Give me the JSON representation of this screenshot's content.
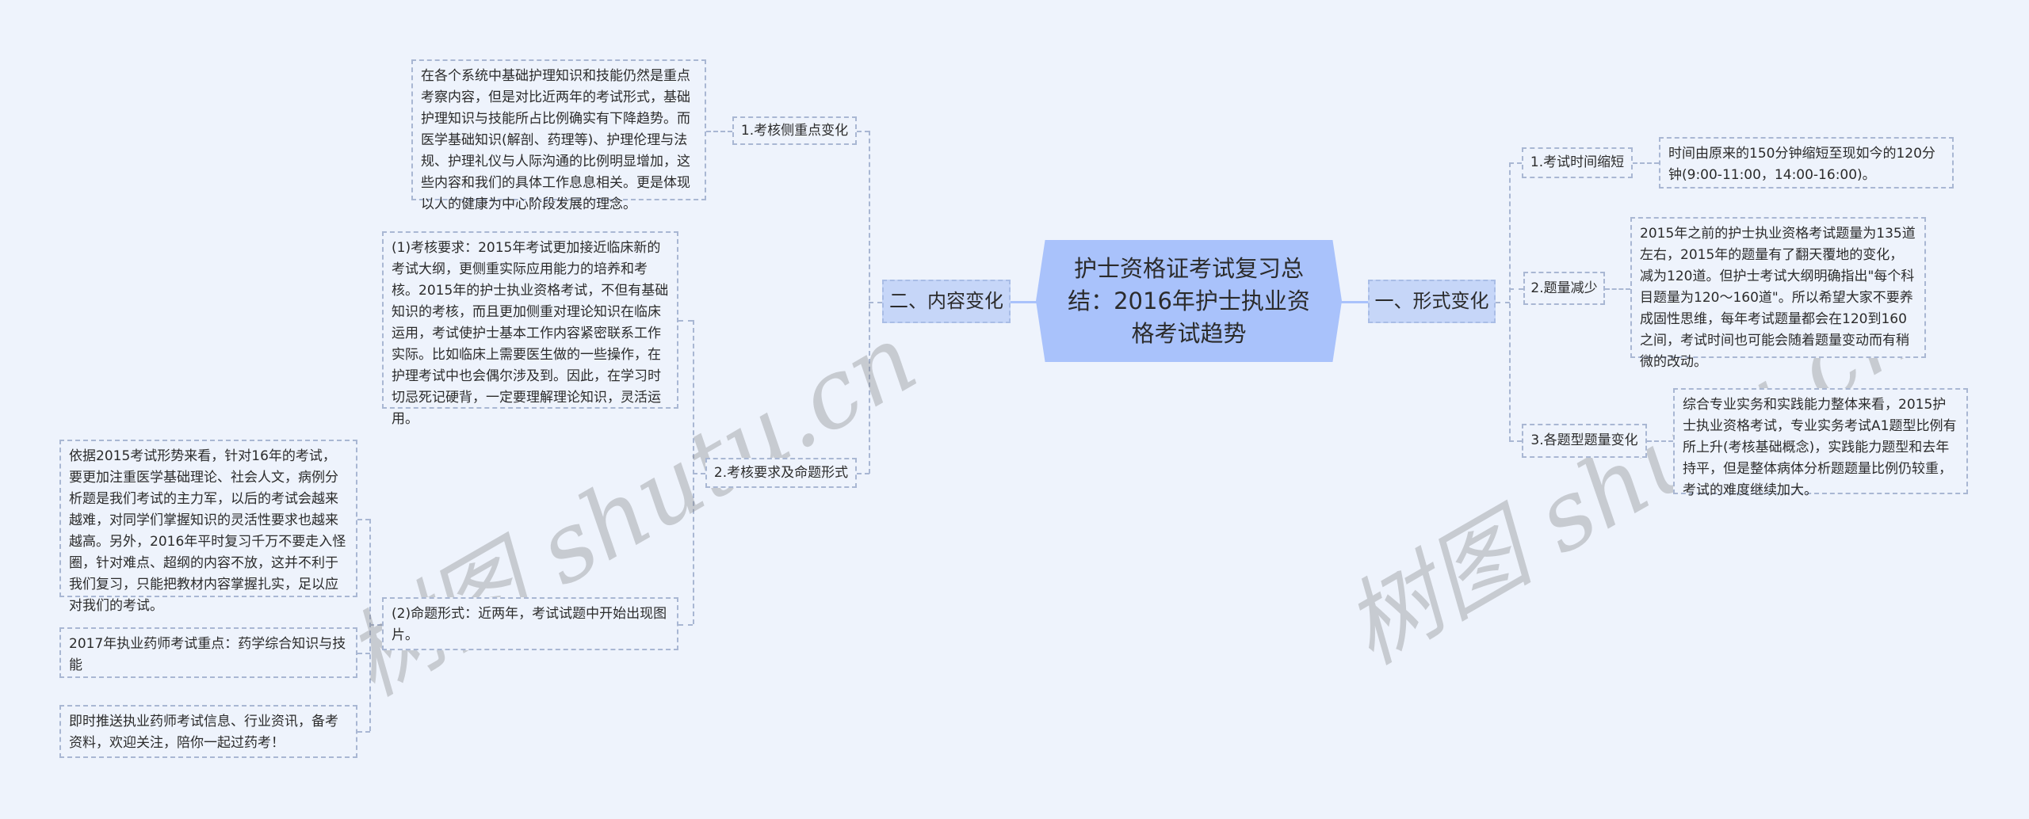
{
  "center": {
    "title": "护士资格证考试复习总结：2016年护士执业资格考试趋势"
  },
  "right_branch": {
    "label": "一、形式变化",
    "children": [
      {
        "label": "1.考试时间缩短",
        "detail": "时间由原来的150分钟缩短至现如今的120分钟(9:00-11:00，14:00-16:00)。"
      },
      {
        "label": "2.题量减少",
        "detail": "2015年之前的护士执业资格考试题量为135道左右，2015年的题量有了翻天覆地的变化，减为120道。但护士考试大纲明确指出\"每个科目题量为120～160道\"。所以希望大家不要养成固性思维，每年考试题量都会在120到160之间，考试时间也可能会随着题量变动而有稍微的改动。"
      },
      {
        "label": "3.各题型题量变化",
        "detail": "综合专业实务和实践能力整体来看，2015护士执业资格考试，专业实务考试A1题型比例有所上升(考核基础概念)，实践能力题型和去年持平，但是整体病体分析题题量比例仍较重，考试的难度继续加大。"
      }
    ]
  },
  "left_branch": {
    "label": "二、内容变化",
    "children": [
      {
        "label": "1.考核侧重点变化",
        "detail": "在各个系统中基础护理知识和技能仍然是重点考察内容，但是对比近两年的考试形式，基础护理知识与技能所占比例确实有下降趋势。而医学基础知识(解剖、药理等)、护理伦理与法规、护理礼仪与人际沟通的比例明显增加，这些内容和我们的具体工作息息相关。更是体现以人的健康为中心阶段发展的理念。"
      },
      {
        "label": "2.考核要求及命题形式",
        "children": [
          {
            "detail": "(1)考核要求：2015年考试更加接近临床新的考试大纲，更侧重实际应用能力的培养和考核。2015年的护士执业资格考试，不但有基础知识的考核，而且更加侧重对理论知识在临床运用，考试使护士基本工作内容紧密联系工作实际。比如临床上需要医生做的一些操作，在护理考试中也会偶尔涉及到。因此，在学习时切忌死记硬背，一定要理解理论知识，灵活运用。"
          },
          {
            "detail": "(2)命题形式：近两年，考试试题中开始出现图片。",
            "children": [
              {
                "detail": "依据2015考试形势来看，针对16年的考试，要更加注重医学基础理论、社会人文，病例分析题是我们考试的主力军，以后的考试会越来越难，对同学们掌握知识的灵活性要求也越来越高。另外，2016年平时复习千万不要走入怪圈，针对难点、超纲的内容不放，这并不利于我们复习，只能把教材内容掌握扎实，足以应对我们的考试。"
              },
              {
                "detail": "2017年执业药师考试重点：药学综合知识与技能"
              },
              {
                "detail": "即时推送执业药师考试信息、行业资讯，备考资料，欢迎关注，陪你一起过药考！"
              }
            ]
          }
        ]
      }
    ]
  },
  "watermarks": [
    "树图 shutu.cn",
    "树图 shutu.cn"
  ],
  "colors": {
    "background": "#eef3fc",
    "center_fill": "#a9c2fb",
    "branch_fill": "#c6d6f8",
    "border": "#a9b7d3"
  }
}
